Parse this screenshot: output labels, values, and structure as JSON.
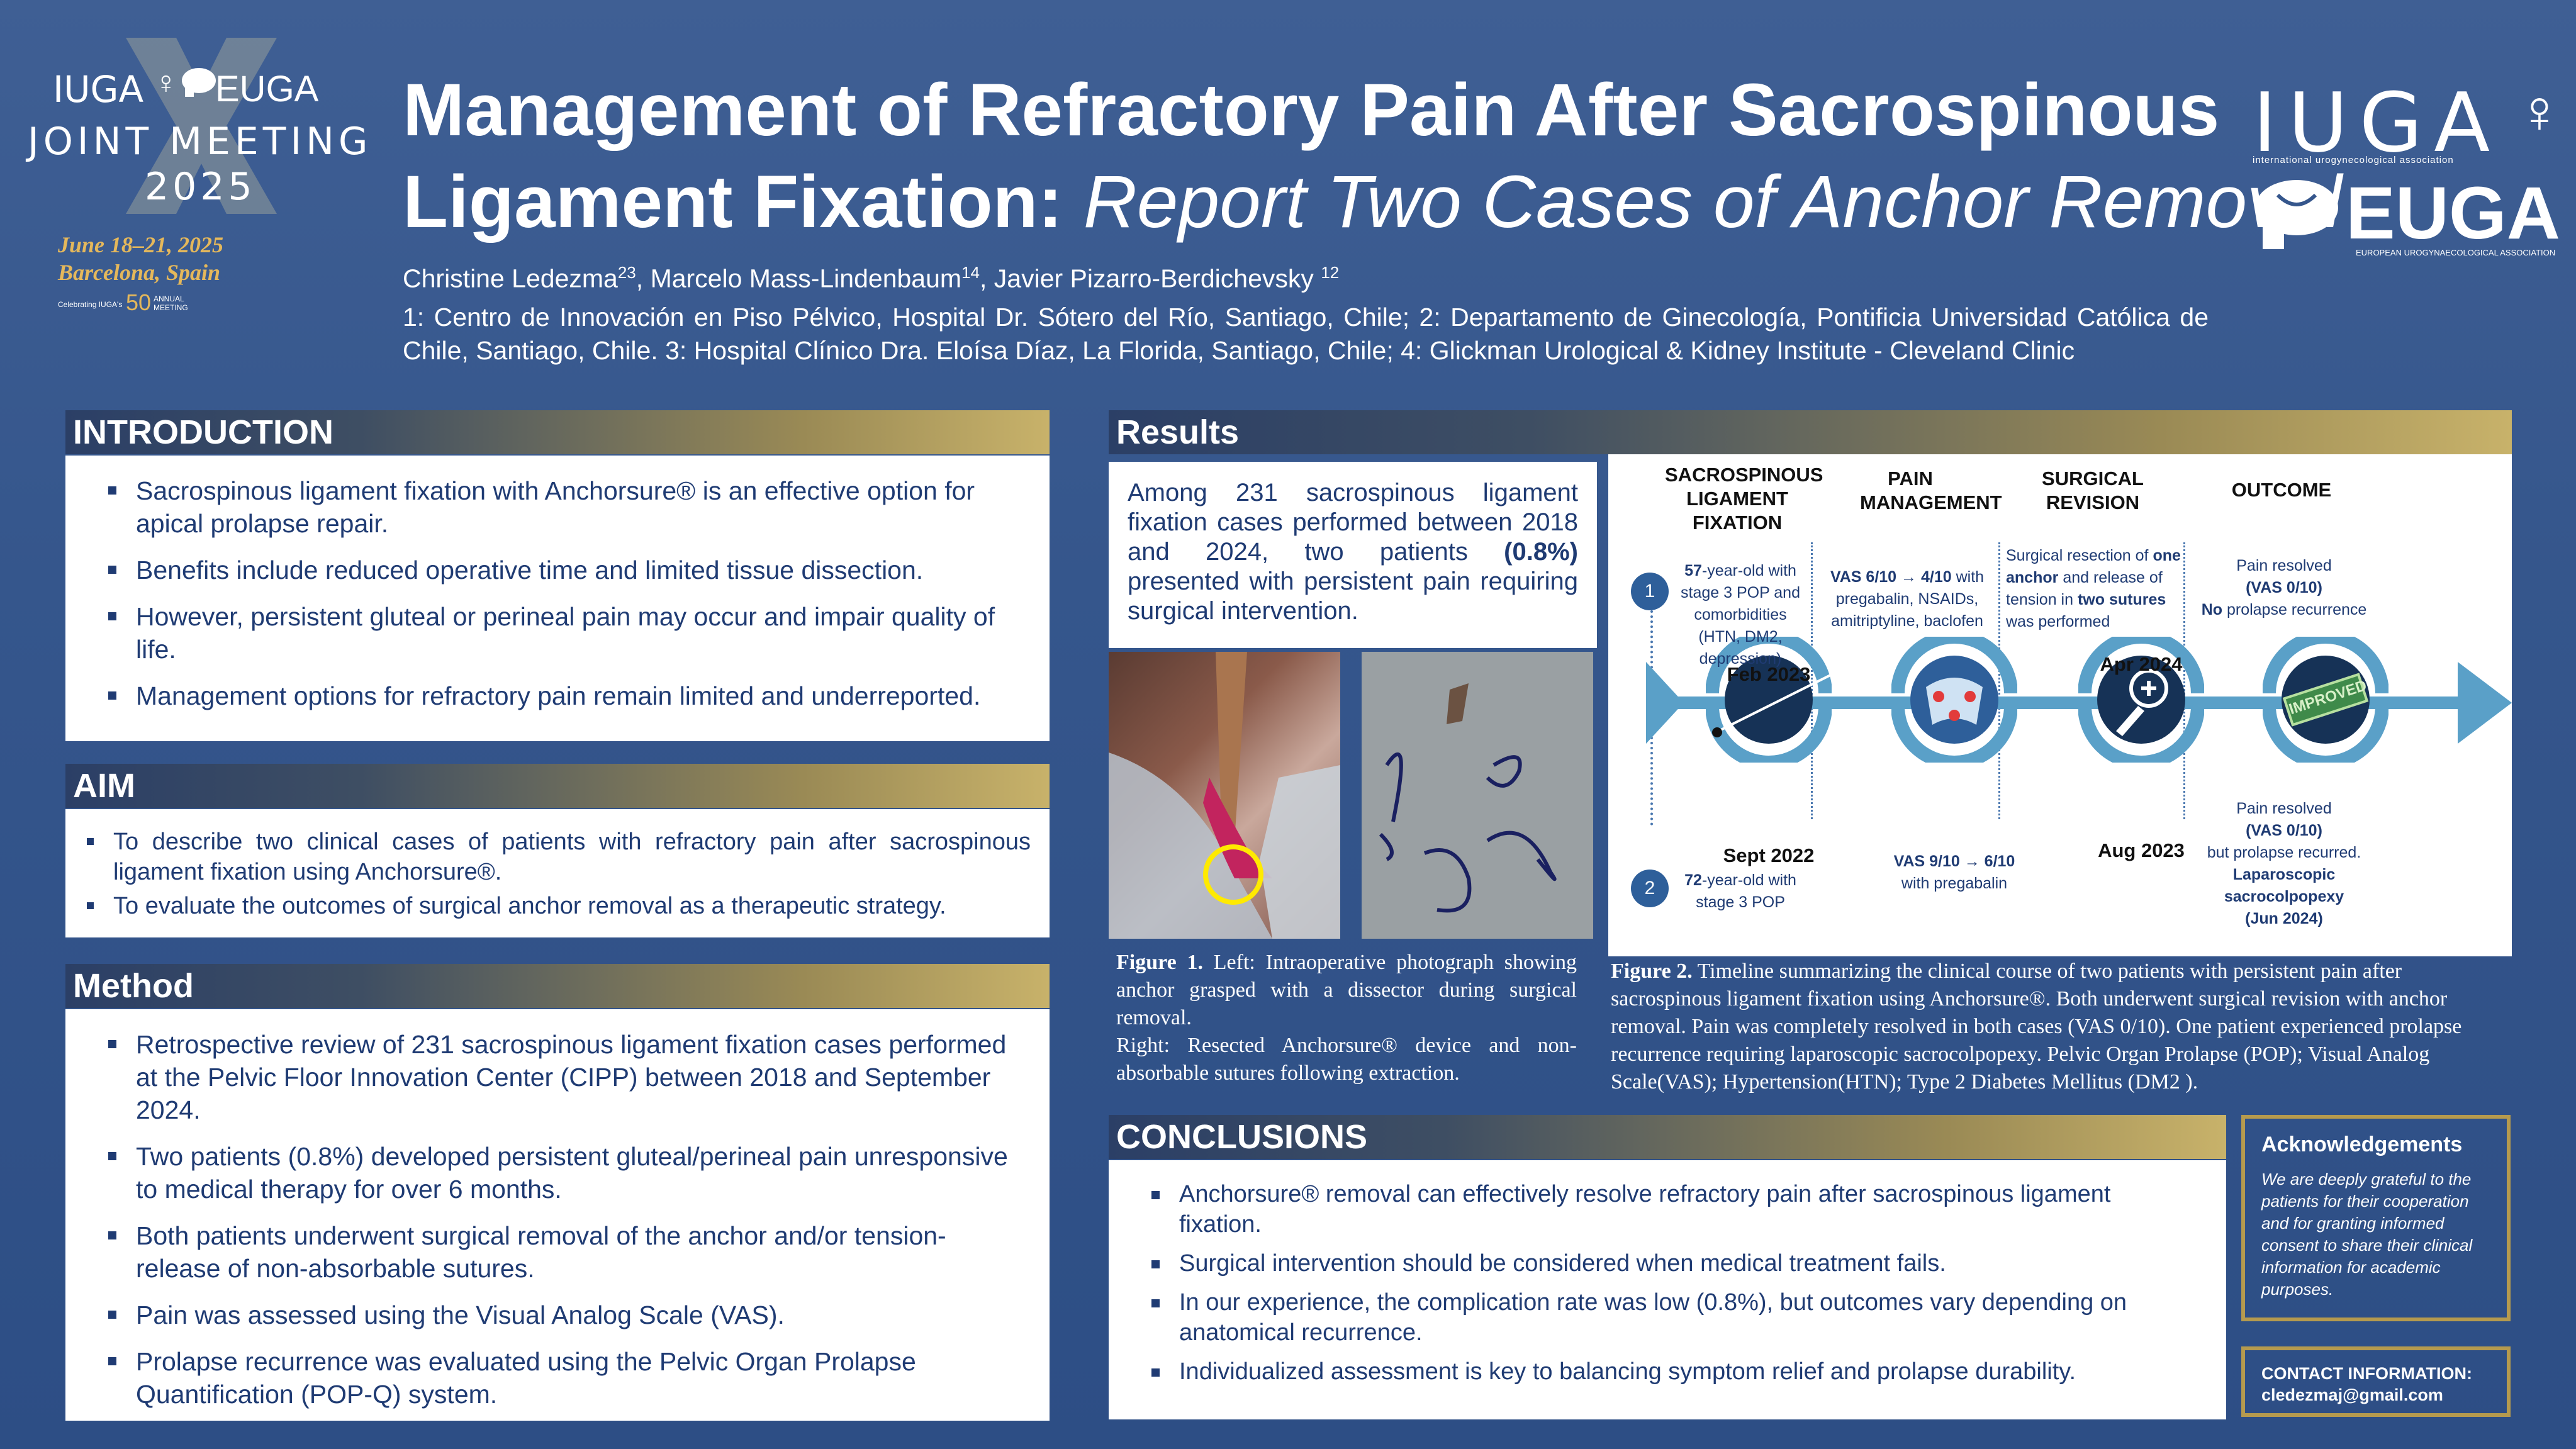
{
  "logo_left": {
    "org1": "IUGA",
    "org2": "EUGA",
    "line1": "JOINT MEETING",
    "year": "2025",
    "dates": "June 18–21, 2025",
    "location": "Barcelona, Spain",
    "badge_prefix": "Celebrating IUGA's",
    "badge_number": "50",
    "badge_suffix": "ANNUAL MEETING"
  },
  "logo_right": {
    "iuga": "IUGA",
    "iuga_sub": "international urogynecological association",
    "euga": "EUGA",
    "euga_sub": "EUROPEAN UROGYNAECOLOGICAL ASSOCIATION"
  },
  "title": {
    "line1": "Management of Refractory Pain After Sacrospinous",
    "line2_bold": "Ligament Fixation:",
    "line2_italic": "Report Two Cases of Anchor Removal"
  },
  "authors": [
    {
      "name": "Christine Ledezma",
      "sup": "23"
    },
    {
      "name": "Marcelo Mass-Lindenbaum",
      "sup": "14"
    },
    {
      "name": "Javier Pizarro-Berdichevsky",
      "sup": "12"
    }
  ],
  "affiliations": "1: Centro de Innovación en Piso Pélvico, Hospital Dr. Sótero del Río, Santiago, Chile; 2: Departamento de Ginecología, Pontificia Universidad Católica de Chile, Santiago, Chile. 3: Hospital Clínico Dra. Eloísa Díaz, La Florida, Santiago, Chile; 4: Glickman Urological & Kidney Institute - Cleveland Clinic",
  "introduction": {
    "heading": "INTRODUCTION",
    "items": [
      "Sacrospinous ligament fixation with Anchorsure® is an effective option for apical prolapse repair.",
      "Benefits include reduced operative time and limited tissue dissection.",
      "However, persistent gluteal or perineal pain may occur and impair quality of life.",
      "Management options for refractory pain remain limited and underreported."
    ]
  },
  "aim": {
    "heading": "AIM",
    "items": [
      "To describe two clinical cases of patients with refractory pain after sacrospinous ligament fixation using Anchorsure®.",
      "To evaluate the outcomes of surgical anchor removal as a therapeutic strategy."
    ]
  },
  "method": {
    "heading": "Method",
    "items": [
      "Retrospective review of 231 sacrospinous ligament fixation cases performed at the Pelvic Floor Innovation Center (CIPP) between 2018 and September 2024.",
      "Two patients (0.8%) developed persistent gluteal/perineal pain unresponsive to medical therapy for over 6 months.",
      "Both patients underwent surgical removal of the anchor and/or tension-release of non-absorbable sutures.",
      "Pain was assessed using the Visual Analog Scale (VAS).",
      "Prolapse recurrence was evaluated using the Pelvic Organ Prolapse Quantification (POP-Q) system."
    ]
  },
  "results": {
    "heading": "Results",
    "text_pre": "Among 231 sacrospinous ligament fixation cases performed between 2018 and 2024, two patients",
    "text_bold": "(0.8%)",
    "text_post": "presented with persistent pain requiring surgical intervention."
  },
  "figure1": {
    "label": "Figure 1.",
    "left": "Left: Intraoperative photograph showing anchor grasped with a dissector during surgical removal.",
    "right": "Right: Resected Anchorsure® device and non-absorbable sutures following extraction."
  },
  "figure2": {
    "label": "Figure 2.",
    "text": "Timeline summarizing the clinical course of two patients with persistent pain after sacrospinous ligament fixation using Anchorsure®. Both underwent surgical revision with anchor removal. Pain was completely resolved in both cases (VAS 0/10). One patient experienced prolapse recurrence requiring laparoscopic sacrocolpopexy. Pelvic Organ Prolapse (POP);  Visual Analog Scale(VAS); Hypertension(HTN); Type 2 Diabetes Mellitus (DM2 )."
  },
  "timeline": {
    "headers": [
      "SACROSPINOUS LIGAMENT FIXATION",
      "PAIN MANAGEMENT",
      "SURGICAL REVISION",
      "OUTCOME"
    ],
    "case1": {
      "num": "1",
      "fixation_age": "57",
      "fixation_rest": "-year-old with stage 3 POP and comorbidities (HTN, DM2, depression)",
      "fixation_date": "Feb 2023",
      "pain_bold": "VAS 6/10 → 4/10",
      "pain_rest": " with pregabalin, NSAIDs, amitriptyline, baclofen",
      "surgery_pre": "Surgical resection of",
      "surgery_b1": "one anchor",
      "surgery_mid": "and release of tension in",
      "surgery_b2": "two sutures",
      "surgery_post": "was performed",
      "surgery_date": "Apr 2024",
      "outcome_l1": "Pain resolved",
      "outcome_l2": "(VAS 0/10)",
      "outcome_l3_bold": "No",
      "outcome_l3_rest": " prolapse recurrence"
    },
    "case2": {
      "num": "2",
      "fixation_age": "72",
      "fixation_rest": "-year-old with stage 3 POP",
      "fixation_date": "Sept 2022",
      "pain_bold": "VAS 9/10 → 6/10",
      "pain_rest": " with pregabalin",
      "surgery_date": "Aug 2023",
      "outcome_l1": "Pain resolved",
      "outcome_l2": "(VAS 0/10)",
      "outcome_l3": "but prolapse recurred.",
      "outcome_l4": "Laparoscopic sacrocolpopexy",
      "outcome_l5": "(Jun 2024)"
    },
    "stamp": "IMPROVED"
  },
  "conclusions": {
    "heading": "CONCLUSIONS",
    "items": [
      "Anchorsure® removal can effectively resolve refractory pain after sacrospinous ligament fixation.",
      "Surgical intervention should be considered when medical treatment fails.",
      "In our experience, the complication rate was low (0.8%), but outcomes vary depending on anatomical recurrence.",
      "Individualized assessment is key to balancing symptom relief and prolapse durability."
    ]
  },
  "acknowledgements": {
    "heading": "Acknowledgements",
    "text": "We are deeply grateful to the patients for their cooperation and for granting informed consent to share their clinical information for academic purposes."
  },
  "contact": {
    "label": "CONTACT INFORMATION:",
    "email": "cledezmaj@gmail.com"
  },
  "colors": {
    "background": "#35568c",
    "text_blue": "#1f3b73",
    "gold": "#b59a4e",
    "timeline_blue": "#5aa0c8",
    "dark_circle": "#1e3a66"
  }
}
